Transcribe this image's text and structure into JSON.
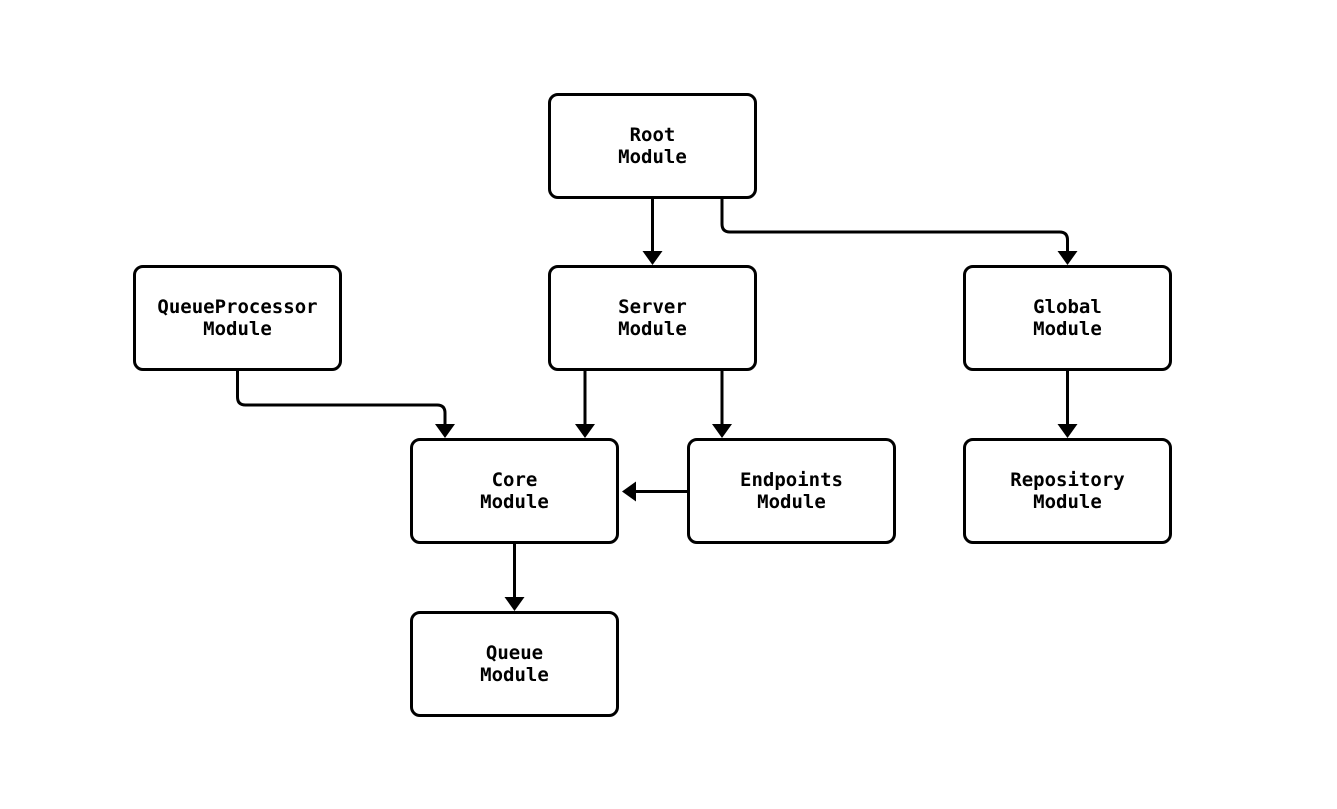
{
  "diagram": {
    "type": "flowchart",
    "background_color": "#ffffff",
    "node_border_color": "#000000",
    "node_fill_color": "#ffffff",
    "edge_color": "#000000",
    "text_color": "#000000",
    "nodes": [
      {
        "id": "root",
        "line1": "Root",
        "line2": "Module"
      },
      {
        "id": "queueprocessor",
        "line1": "QueueProcessor",
        "line2": "Module"
      },
      {
        "id": "server",
        "line1": "Server",
        "line2": "Module"
      },
      {
        "id": "global",
        "line1": "Global",
        "line2": "Module"
      },
      {
        "id": "core",
        "line1": "Core",
        "line2": "Module"
      },
      {
        "id": "endpoints",
        "line1": "Endpoints",
        "line2": "Module"
      },
      {
        "id": "repository",
        "line1": "Repository",
        "line2": "Module"
      },
      {
        "id": "queue",
        "line1": "Queue",
        "line2": "Module"
      }
    ],
    "edges": [
      {
        "from": "Root Module",
        "to": "Server Module"
      },
      {
        "from": "Root Module",
        "to": "Global Module"
      },
      {
        "from": "QueueProcessor Module",
        "to": "Core Module"
      },
      {
        "from": "Server Module",
        "to": "Core Module"
      },
      {
        "from": "Server Module",
        "to": "Endpoints Module"
      },
      {
        "from": "Endpoints Module",
        "to": "Core Module"
      },
      {
        "from": "Global Module",
        "to": "Repository Module"
      },
      {
        "from": "Core Module",
        "to": "Queue Module"
      }
    ]
  }
}
